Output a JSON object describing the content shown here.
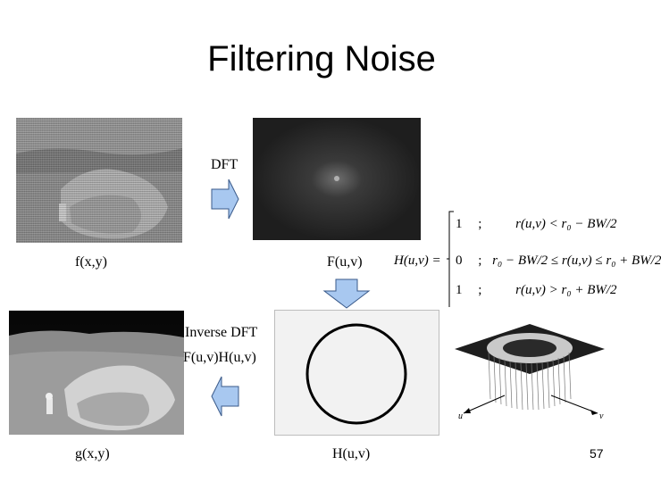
{
  "slide": {
    "title": "Filtering Noise",
    "page_number": "57"
  },
  "labels": {
    "f": "f(x,y)",
    "F": "F(u,v)",
    "g": "g(x,y)",
    "H": "H(u,v)",
    "dft": "DFT",
    "inverse_dft": "Inverse DFT",
    "product": "F(u,v)H(u,v)"
  },
  "equation": {
    "lhs": "H(u,v) =",
    "cases": [
      {
        "value": "1",
        "sep": ";",
        "condition": "r(u,v) < r₀ − BW/2"
      },
      {
        "value": "0",
        "sep": ";",
        "condition": "r₀ − BW/2 ≤ r(u,v) ≤ r₀ + BW/2"
      },
      {
        "value": "1",
        "sep": ";",
        "condition": "r(u,v) > r₀ + BW/2"
      }
    ]
  },
  "plot_axes": {
    "u": "u",
    "v": "v"
  },
  "colors": {
    "arrow_fill": "#a8c8f0",
    "arrow_stroke": "#3a5a8a"
  }
}
